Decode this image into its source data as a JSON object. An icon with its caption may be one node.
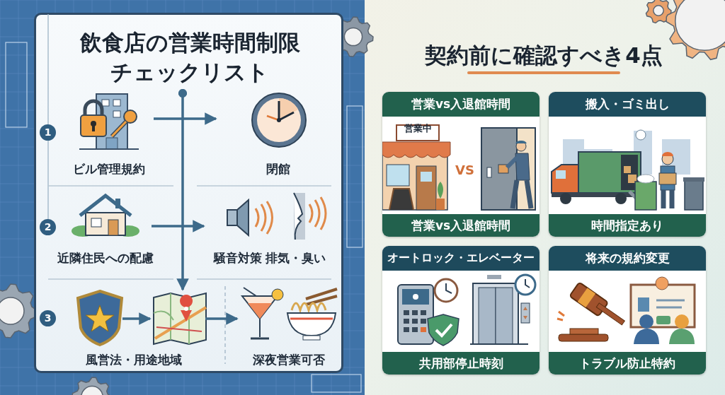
{
  "diagram": {
    "nodes": [
      {
        "text": [
          "飲食店の営業時間制限チェックリスト"
        ]
      },
      {
        "text": [
          "ビル管理規約"
        ],
        "in": 0
      },
      {
        "text": [
          "閉館"
        ],
        "in": 0
      },
      {
        "text": [
          "近隣住民への配慮"
        ],
        "in": 0
      },
      {
        "text": [
          "騒音対策 排気・臭い"
        ],
        "in": 0
      },
      {
        "text": [
          "風営法・用途地域"
        ],
        "in": 0
      },
      {
        "text": [],
        "shape": "picture",
        "in": 5
      },
      {
        "text": [],
        "shape": "picture",
        "in": 5
      },
      {
        "text": [
          "深夜営業可否"
        ],
        "in": 0
      },
      {
        "text": [
          "営業vs入退館時間",
          "営業vs入退館時間"
        ]
      },
      {
        "text": [
          "搬入・ゴミ出し",
          "時間指定あり"
        ]
      },
      {
        "text": [
          "オートロック・エレベーター",
          "共用部停止時刻"
        ]
      },
      {
        "text": [
          "将来の規約変更",
          "トラブル防止特約"
        ]
      }
    ],
    "edges": [
      {
        "from": 1,
        "to": 2,
        "arrow": "to"
      },
      {
        "from": 3,
        "to": 4,
        "arrow": "to"
      },
      {
        "from": 6,
        "to": 7,
        "arrow": "to"
      },
      {
        "from": 7,
        "to": 8,
        "arrow": "to"
      },
      {
        "from": null,
        "to": 7,
        "arrow": "to"
      }
    ],
    "labels": [
      "1",
      "2",
      "3",
      "契約前に確認すべき4点",
      "営業中",
      "VS"
    ]
  }
}
